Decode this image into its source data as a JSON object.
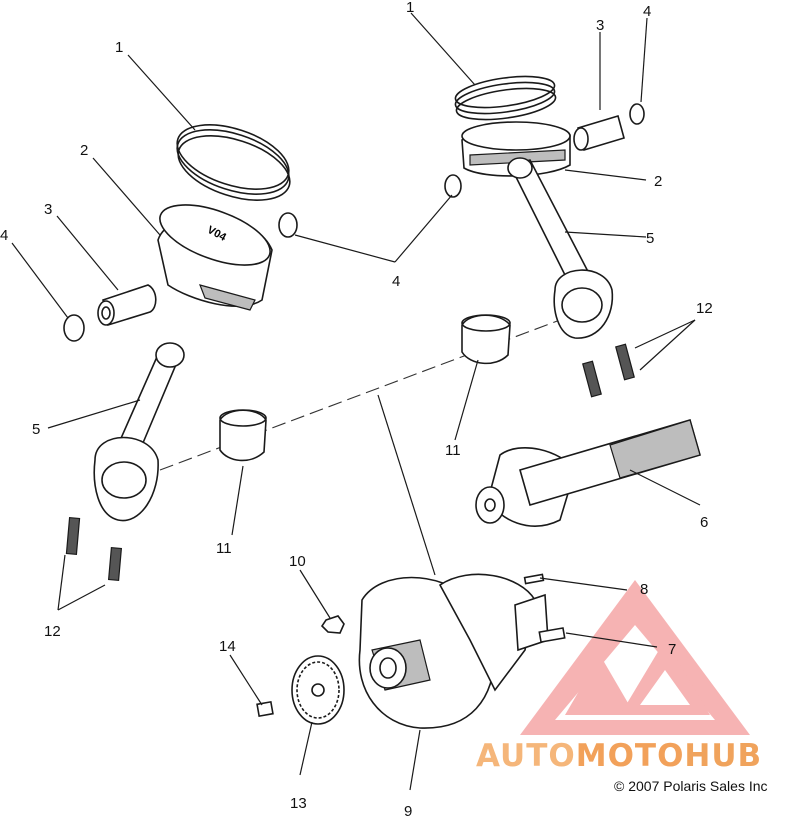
{
  "diagram": {
    "callouts": {
      "ring_left": "1",
      "ring_right": "1",
      "piston_left": "2",
      "piston_right": "2",
      "pin_left": "3",
      "pin_right": "3",
      "clip_left": "4",
      "clip_right": "4",
      "clip_center": "4",
      "rod_left": "5",
      "rod_right": "5",
      "shaft": "6",
      "pin_7": "7",
      "pin_8": "8",
      "crankshaft": "9",
      "nut": "10",
      "bearing_left": "11",
      "bearing_right": "11",
      "bolts_left": "12",
      "bolts_right": "12",
      "gear": "13",
      "screw": "14"
    },
    "piston_marking": "V04",
    "watermark": {
      "part_1": "AUTO",
      "part_2": "MOTO",
      "part_3": "HUB",
      "color": "#f0a35c",
      "logo_color": "#f19a9a"
    },
    "copyright": "© 2007 Polaris Sales Inc"
  }
}
